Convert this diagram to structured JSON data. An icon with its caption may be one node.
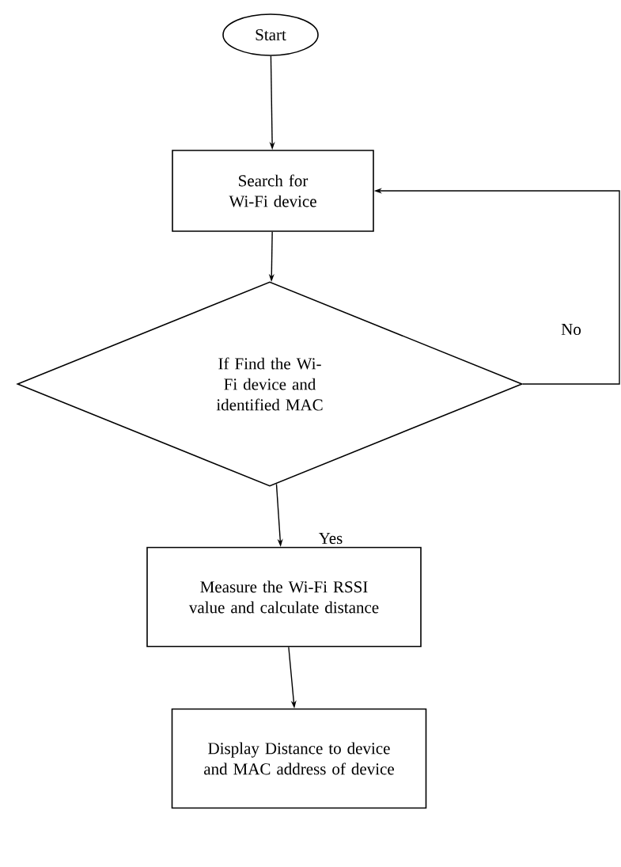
{
  "diagram": {
    "nodes": [
      {
        "text": [
          "Start"
        ]
      },
      {
        "text": [
          "Search for Wi-Fi device"
        ]
      },
      {
        "text": [
          "If Find the Wi-Fi device and identified MAC"
        ]
      },
      {
        "text": [
          "Measure the Wi-Fi RSSI value and calculate distance"
        ]
      },
      {
        "text": [
          "Display Distance to device and MAC address of device"
        ]
      }
    ],
    "edges": [
      {
        "from": 0,
        "to": 1,
        "arrow": "to"
      },
      {
        "from": 1,
        "to": 2,
        "arrow": "to"
      },
      {
        "from": 2,
        "to": 3,
        "arrow": "to",
        "label": "Yes"
      },
      {
        "from": 2,
        "to": 1,
        "arrow": "to",
        "label": "No"
      },
      {
        "from": 3,
        "to": 4,
        "arrow": "to"
      }
    ]
  }
}
